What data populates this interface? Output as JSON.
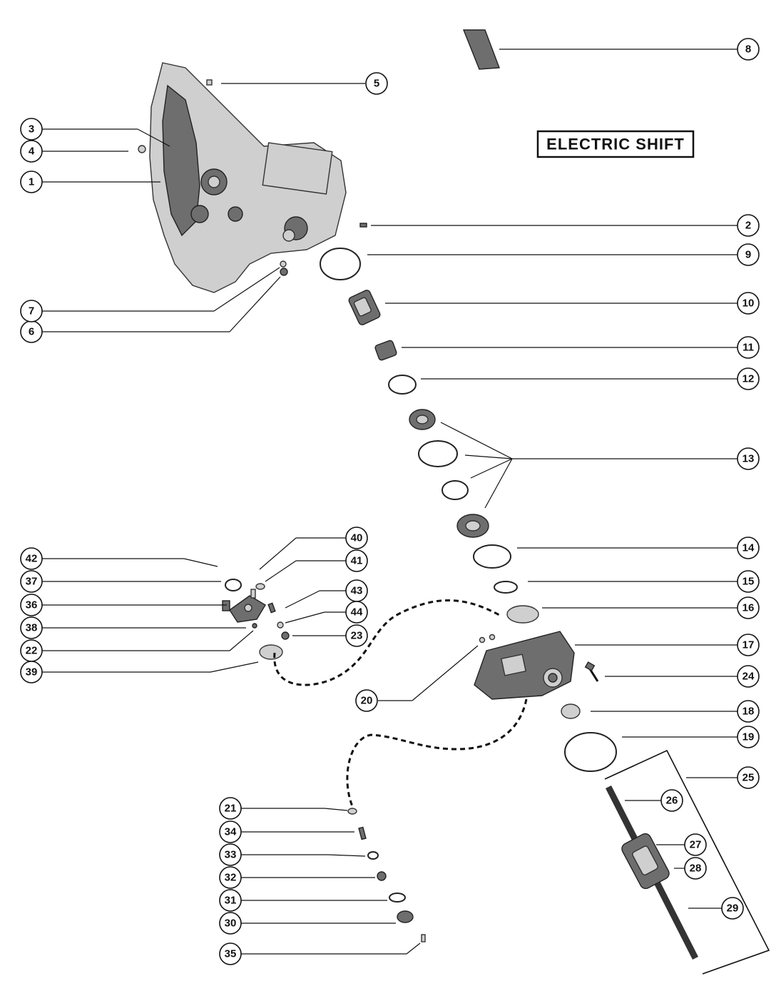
{
  "title": "ELECTRIC SHIFT",
  "callouts": [
    "1",
    "2",
    "3",
    "4",
    "5",
    "6",
    "7",
    "8",
    "9",
    "10",
    "11",
    "12",
    "13",
    "14",
    "15",
    "16",
    "17",
    "18",
    "19",
    "20",
    "21",
    "22",
    "23",
    "24",
    "25",
    "26",
    "27",
    "28",
    "29",
    "30",
    "31",
    "32",
    "33",
    "34",
    "35",
    "36",
    "37",
    "38",
    "39",
    "40",
    "41",
    "42",
    "43",
    "44"
  ]
}
